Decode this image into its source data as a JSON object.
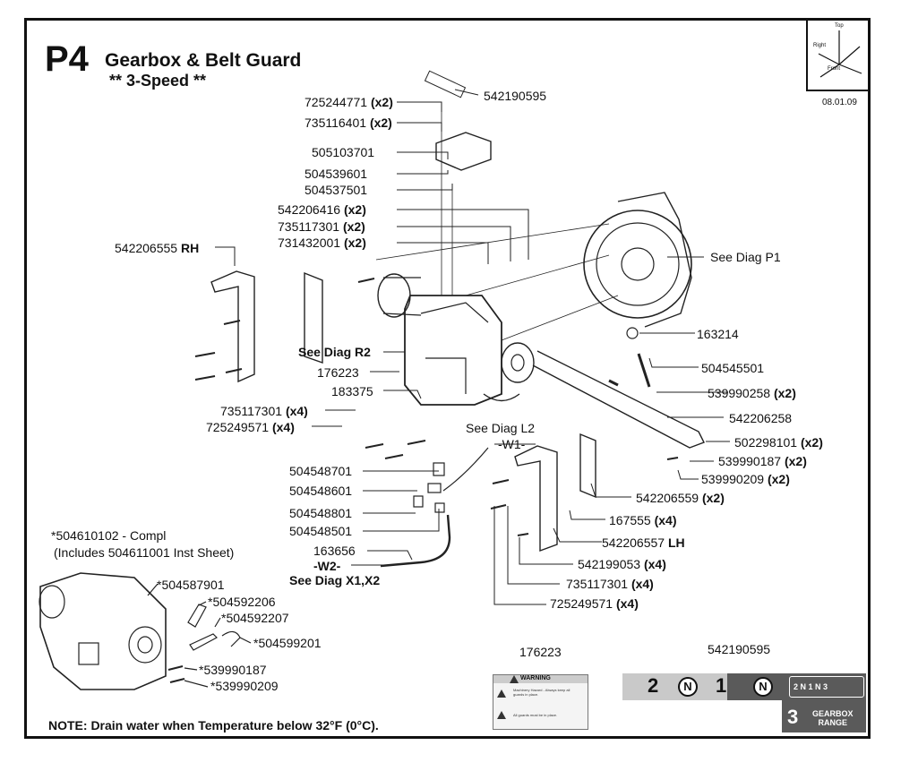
{
  "header": {
    "plate": "P4",
    "title": "Gearbox & Belt Guard",
    "subtitle": "** 3-Speed **",
    "date": "08.01.09"
  },
  "compass": {
    "top": "Top",
    "right": "Right",
    "front": "Front"
  },
  "callouts": [
    {
      "id": "c1",
      "text": "725244771",
      "suffix": "(x2)"
    },
    {
      "id": "c2",
      "text": "542190595",
      "suffix": ""
    },
    {
      "id": "c3",
      "text": "735116401",
      "suffix": "(x2)"
    },
    {
      "id": "c4",
      "text": "505103701",
      "suffix": ""
    },
    {
      "id": "c5",
      "text": "504539601",
      "suffix": ""
    },
    {
      "id": "c6",
      "text": "504537501",
      "suffix": ""
    },
    {
      "id": "c7",
      "text": "542206416",
      "suffix": "(x2)"
    },
    {
      "id": "c8",
      "text": "735117301",
      "suffix": "(x2)"
    },
    {
      "id": "c9",
      "text": "731432001",
      "suffix": "(x2)"
    },
    {
      "id": "c10",
      "text": "542206555",
      "suffix": "RH"
    },
    {
      "id": "c11",
      "text": "See Diag P1",
      "suffix": ""
    },
    {
      "id": "c12",
      "text": "163214",
      "suffix": ""
    },
    {
      "id": "c13",
      "text": "See Diag R2",
      "suffix": ""
    },
    {
      "id": "c14",
      "text": "504545501",
      "suffix": ""
    },
    {
      "id": "c15",
      "text": "176223",
      "suffix": ""
    },
    {
      "id": "c16",
      "text": "183375",
      "suffix": ""
    },
    {
      "id": "c17",
      "text": "539990258",
      "suffix": "(x2)"
    },
    {
      "id": "c18",
      "text": "735117301",
      "suffix": "(x4)"
    },
    {
      "id": "c19",
      "text": "725249571",
      "suffix": "(x4)"
    },
    {
      "id": "c20",
      "text": "542206258",
      "suffix": ""
    },
    {
      "id": "c21",
      "text": "See Diag L2",
      "suffix": ""
    },
    {
      "id": "c22",
      "text": "-W1-",
      "suffix": ""
    },
    {
      "id": "c23",
      "text": "502298101",
      "suffix": "(x2)"
    },
    {
      "id": "c24",
      "text": "539990187",
      "suffix": "(x2)"
    },
    {
      "id": "c25",
      "text": "539990209",
      "suffix": "(x2)"
    },
    {
      "id": "c26",
      "text": "504548701",
      "suffix": ""
    },
    {
      "id": "c27",
      "text": "504548601",
      "suffix": ""
    },
    {
      "id": "c28",
      "text": "542206559",
      "suffix": "(x2)"
    },
    {
      "id": "c29",
      "text": "504548801",
      "suffix": ""
    },
    {
      "id": "c30",
      "text": "167555",
      "suffix": "(x4)"
    },
    {
      "id": "c31",
      "text": "504548501",
      "suffix": ""
    },
    {
      "id": "c32",
      "text": "542206557",
      "suffix": "LH"
    },
    {
      "id": "c33",
      "text": "163656",
      "suffix": ""
    },
    {
      "id": "c34",
      "text": "542199053",
      "suffix": "(x4)"
    },
    {
      "id": "c35",
      "text": "-W2-",
      "suffix": ""
    },
    {
      "id": "c36",
      "text": "See Diag X1,X2",
      "suffix": ""
    },
    {
      "id": "c37",
      "text": "735117301",
      "suffix": "(x4)"
    },
    {
      "id": "c38",
      "text": "725249571",
      "suffix": "(x4)"
    },
    {
      "id": "c39",
      "text": "*504610102 - Compl",
      "suffix": ""
    },
    {
      "id": "c40",
      "text": "(Includes 504611001 Inst Sheet)",
      "suffix": ""
    },
    {
      "id": "c41",
      "text": "*504587901",
      "suffix": ""
    },
    {
      "id": "c42",
      "text": "*504592206",
      "suffix": ""
    },
    {
      "id": "c43",
      "text": "*504592207",
      "suffix": ""
    },
    {
      "id": "c44",
      "text": "*504599201",
      "suffix": ""
    },
    {
      "id": "c45",
      "text": "*539990187",
      "suffix": ""
    },
    {
      "id": "c46",
      "text": "*539990209",
      "suffix": ""
    },
    {
      "id": "c47",
      "text": "176223",
      "suffix": ""
    },
    {
      "id": "c48",
      "text": "542190595",
      "suffix": ""
    }
  ],
  "warning_decal": {
    "word": "WARNING",
    "line1": "Machinery Hazard - Always keep all guards in place.",
    "line2": "All guards must be in place."
  },
  "range_decal": {
    "gear2": "2",
    "gear1": "1",
    "neutral": "N",
    "gear3": "3",
    "range_label_1": "GEARBOX",
    "range_label_2": "RANGE",
    "mini_text": "2 N 1 N 3"
  },
  "note": "NOTE: Drain water when Temperature below 32°F (0°C)."
}
